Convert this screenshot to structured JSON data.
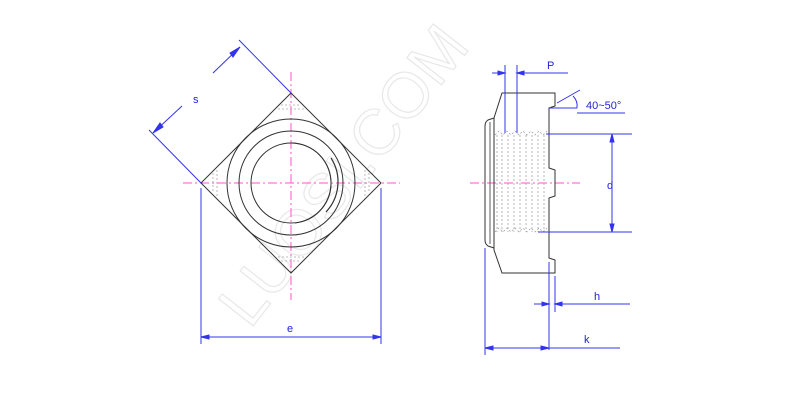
{
  "drawing": {
    "title": "Square weld nut technical drawing",
    "watermark": "LUOSI.COM",
    "colors": {
      "outline": "#333333",
      "dimension": "#3333ee",
      "centerline": "#ff55cc",
      "hidden": "#aaaaaa",
      "watermark": "#e8e8e8"
    },
    "front_view": {
      "labels": {
        "s": "s",
        "e": "e"
      }
    },
    "side_view": {
      "labels": {
        "P": "P",
        "angle": "40~50°",
        "d": "d",
        "h": "h",
        "k": "k"
      }
    }
  }
}
